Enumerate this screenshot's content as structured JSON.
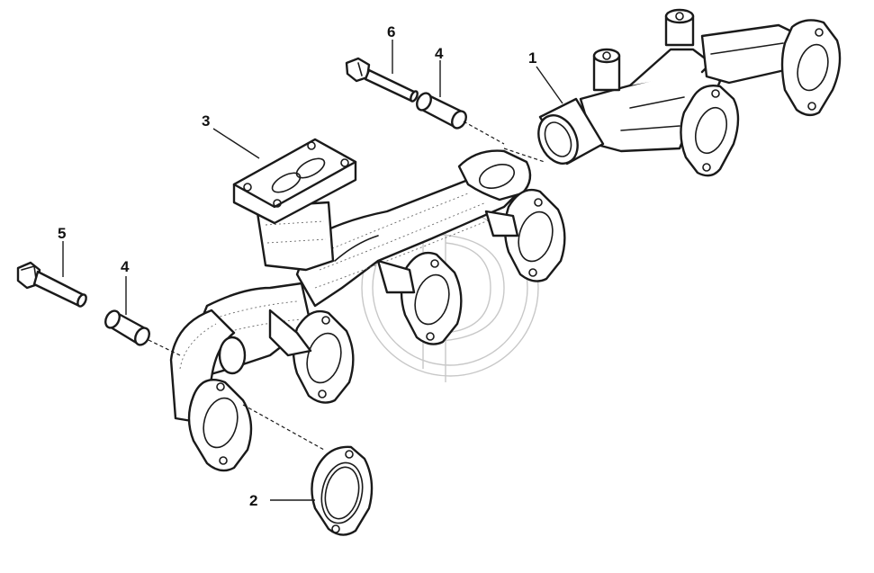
{
  "callouts": {
    "c1": "1",
    "c2": "2",
    "c3": "3",
    "c4a": "4",
    "c4b": "4",
    "c5": "5",
    "c6": "6"
  },
  "colors": {
    "line": "#1a1a1a",
    "watermark": "#c8c8c8",
    "background": "#ffffff"
  }
}
